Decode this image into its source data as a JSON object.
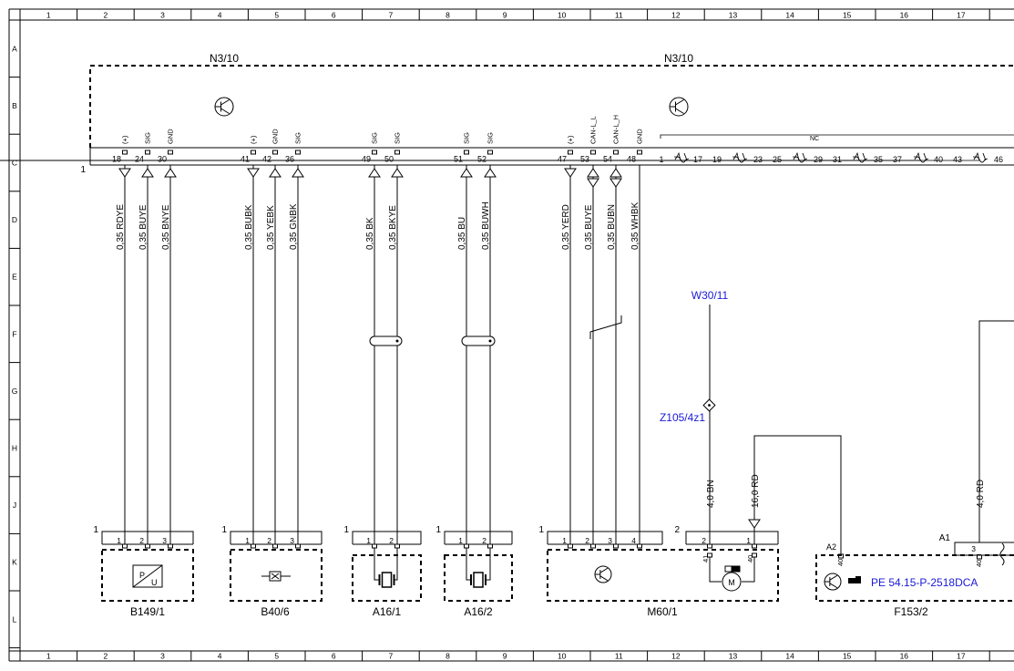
{
  "grid": {
    "columns": [
      "1",
      "2",
      "3",
      "4",
      "5",
      "6",
      "7",
      "8",
      "9",
      "10",
      "11",
      "12",
      "13",
      "14",
      "15",
      "16",
      "17"
    ],
    "rows": [
      "A",
      "B",
      "C",
      "D",
      "E",
      "F",
      "G",
      "H",
      "J",
      "K",
      "L"
    ]
  },
  "control_unit": {
    "label_left": "N3/10",
    "label_right": "N3/10",
    "connector_ref": "1",
    "nc_label": "NC",
    "pins": [
      {
        "num": "18",
        "type": "(+)"
      },
      {
        "num": "24",
        "type": "SIG"
      },
      {
        "num": "30",
        "type": "GND"
      },
      {
        "num": "41",
        "type": "(+)"
      },
      {
        "num": "42",
        "type": "GND"
      },
      {
        "num": "36",
        "type": "SIG"
      },
      {
        "num": "49",
        "type": "SIG"
      },
      {
        "num": "50",
        "type": "SIG"
      },
      {
        "num": "51",
        "type": "SIG"
      },
      {
        "num": "52",
        "type": "SIG"
      },
      {
        "num": "47",
        "type": "(+)"
      },
      {
        "num": "53",
        "type": "CAN-L_L"
      },
      {
        "num": "54",
        "type": "CAN-L_H"
      },
      {
        "num": "48",
        "type": "GND"
      }
    ],
    "nc_pins": [
      "1",
      "17",
      "19",
      "23",
      "25",
      "29",
      "31",
      "35",
      "37",
      "40",
      "43",
      "46"
    ]
  },
  "wires": [
    {
      "label": "0,35 RDYE"
    },
    {
      "label": "0,35 BUYE"
    },
    {
      "label": "0,35 BNYE"
    },
    {
      "label": "0,35 BUBK"
    },
    {
      "label": "0,35 YEBK"
    },
    {
      "label": "0,35 GNBK"
    },
    {
      "label": "0,35 BK"
    },
    {
      "label": "0,35 BKYE"
    },
    {
      "label": "0,35 BU"
    },
    {
      "label": "0,35 BUWH"
    },
    {
      "label": "0,35 YERD"
    },
    {
      "label": "0,35 BUYE"
    },
    {
      "label": "0,35 BUBN"
    },
    {
      "label": "0,35 WHBK"
    }
  ],
  "power_wires": [
    {
      "label": "4,0 BN"
    },
    {
      "label": "16,0 RD"
    },
    {
      "label": "4,0 RD"
    }
  ],
  "ground_point": "W30/11",
  "junction": "Z105/4z1",
  "components": [
    {
      "name": "B149/1",
      "connector": "1",
      "pins": [
        "1",
        "2",
        "3"
      ]
    },
    {
      "name": "B40/6",
      "connector": "1",
      "pins": [
        "1",
        "2",
        "3"
      ]
    },
    {
      "name": "A16/1",
      "connector": "1",
      "pins": [
        "1",
        "2"
      ]
    },
    {
      "name": "A16/2",
      "connector": "1",
      "pins": [
        "1",
        "2"
      ]
    },
    {
      "name": "M60/1",
      "connector": "1",
      "pins": [
        "1",
        "2",
        "3",
        "4"
      ],
      "connector2": "2",
      "pins2": [
        "2",
        "1"
      ],
      "motor_pins": [
        "41",
        "40"
      ]
    },
    {
      "name": "F153/2",
      "connector": "A2",
      "pin": "40"
    }
  ],
  "a1": {
    "connector": "A1",
    "pin_num": "3",
    "pin_lbl": "40"
  },
  "reference": "PE 54.15-P-2518DCA",
  "symbols": {
    "pressure": "P",
    "voltage": "U",
    "motor": "M"
  },
  "colors": {
    "line": "#000000",
    "link": "#1a1ad6"
  }
}
